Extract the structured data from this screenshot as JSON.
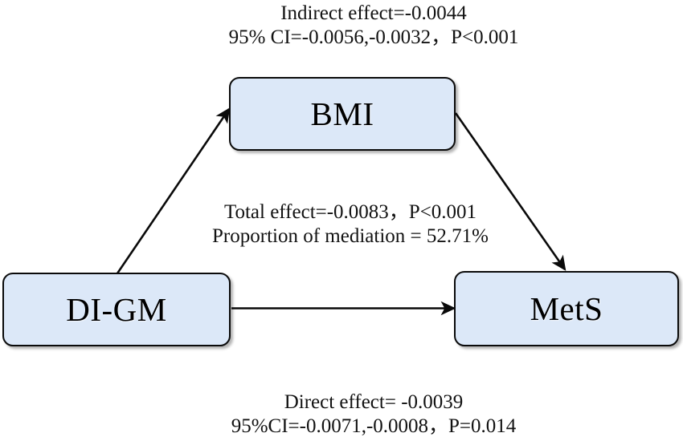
{
  "diagram": {
    "type": "mediation-path-diagram",
    "colors": {
      "node_fill": "#dce8f8",
      "node_border": "#0a0a0a",
      "background": "#ffffff",
      "text": "#121212",
      "arrow": "#0a0a0a"
    },
    "nodes": [
      {
        "id": "digm",
        "label": "DI-GM",
        "role": "independent-variable"
      },
      {
        "id": "bmi",
        "label": "BMI",
        "role": "mediator"
      },
      {
        "id": "mets",
        "label": "MetS",
        "role": "outcome"
      }
    ],
    "paths": [
      {
        "from": "digm",
        "to": "bmi",
        "name": "a-path"
      },
      {
        "from": "bmi",
        "to": "mets",
        "name": "b-path"
      },
      {
        "from": "digm",
        "to": "mets",
        "name": "c-prime-path"
      }
    ],
    "annotations": {
      "indirect": {
        "name": "indirect-effect",
        "line1": "Indirect effect=-0.0044",
        "line2": "95% CI=-0.0056,-0.0032，P<0.001"
      },
      "total": {
        "name": "total-effect",
        "line1": "Total effect=-0.0083，P<0.001",
        "line2": "Proportion of mediation = 52.71%"
      },
      "direct": {
        "name": "direct-effect",
        "line1": "Direct effect= -0.0039",
        "line2": "95%CI=-0.0071,-0.0008，P=0.014"
      }
    },
    "statistics": {
      "indirect_effect": -0.0044,
      "indirect_ci_lower": -0.0056,
      "indirect_ci_upper": -0.0032,
      "indirect_p": "<0.001",
      "total_effect": -0.0083,
      "total_p": "<0.001",
      "proportion_of_mediation": "52.71%",
      "direct_effect": -0.0039,
      "direct_ci_lower": -0.0071,
      "direct_ci_upper": -0.0008,
      "direct_p": "0.014"
    }
  }
}
